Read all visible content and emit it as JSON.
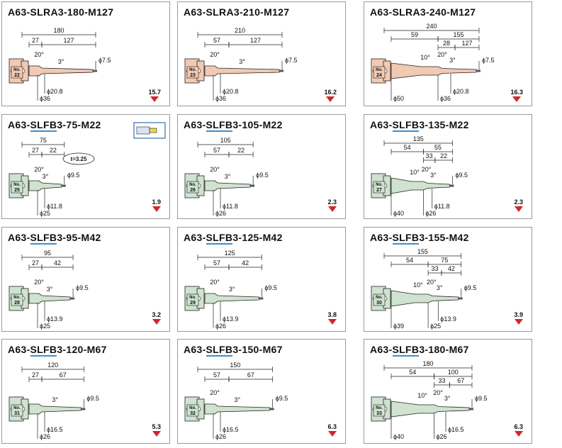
{
  "colors": {
    "pink": "#f2c9b3",
    "green": "#cfe3d0",
    "arrow": "#d3262b",
    "underline": "#3a8fd0"
  },
  "cells": [
    {
      "row": 0,
      "col": 0,
      "t1": "A63-SLRA3-180-M127",
      "ul": "",
      "t2": "",
      "no": "22",
      "type": "pink",
      "stages": 1,
      "d": {
        "total": "180",
        "a": "27",
        "b": "127",
        "c": "",
        "ang1": "20°",
        "ang2": "3°",
        "ang3": "",
        "tip": "ϕ7.5",
        "sh": "ϕ20.8",
        "base": "ϕ36",
        "base2": ""
      },
      "wt": "15.7",
      "badge": ""
    },
    {
      "row": 0,
      "col": 1,
      "t1": "A63-SLRA3-210-M127",
      "ul": "",
      "t2": "",
      "no": "23",
      "type": "pink",
      "stages": 1,
      "d": {
        "total": "210",
        "a": "57",
        "b": "127",
        "c": "",
        "ang1": "20°",
        "ang2": "3°",
        "ang3": "",
        "tip": "ϕ7.5",
        "sh": "ϕ20.8",
        "base": "ϕ36",
        "base2": ""
      },
      "wt": "16.2",
      "badge": ""
    },
    {
      "row": 0,
      "col": 2,
      "t1": "A63-SLRA3-240-M127",
      "ul": "",
      "t2": "",
      "no": "24",
      "type": "pink",
      "stages": 2,
      "d": {
        "total": "240",
        "a": "59",
        "b": "155",
        "c": "28",
        "d2": "127",
        "ang1": "10°",
        "ang2": "20°",
        "ang3": "3°",
        "tip": "ϕ7.5",
        "sh": "ϕ20.8",
        "base": "ϕ50",
        "base2": "ϕ36"
      },
      "wt": "16.3",
      "badge": ""
    },
    {
      "row": 1,
      "col": 0,
      "t1": "A63-",
      "ul": "SLFB",
      "t2": "3-75-M22",
      "no": "25",
      "type": "green",
      "stages": 1,
      "d": {
        "total": "75",
        "a": "27",
        "b": "22",
        "c": "",
        "ang1": "20°",
        "ang2": "3°",
        "ang3": "",
        "tip": "ϕ9.5",
        "sh": "ϕ11.8",
        "base": "ϕ25",
        "base2": ""
      },
      "wt": "1.9",
      "badge": "t=3.25"
    },
    {
      "row": 1,
      "col": 1,
      "t1": "A63-",
      "ul": "SLFB",
      "t2": "3-105-M22",
      "no": "26",
      "type": "green",
      "stages": 1,
      "d": {
        "total": "105",
        "a": "57",
        "b": "22",
        "c": "",
        "ang1": "20°",
        "ang2": "3°",
        "ang3": "",
        "tip": "ϕ9.5",
        "sh": "ϕ11.8",
        "base": "ϕ26",
        "base2": ""
      },
      "wt": "2.3",
      "badge": ""
    },
    {
      "row": 1,
      "col": 2,
      "t1": "A63-",
      "ul": "SLFB",
      "t2": "3-135-M22",
      "no": "27",
      "type": "green",
      "stages": 2,
      "d": {
        "total": "135",
        "a": "54",
        "b": "55",
        "c": "33",
        "d2": "22",
        "ang1": "10°",
        "ang2": "20°",
        "ang3": "3°",
        "tip": "ϕ9.5",
        "sh": "ϕ11.8",
        "base": "ϕ40",
        "base2": "ϕ26"
      },
      "wt": "2.3",
      "badge": ""
    },
    {
      "row": 2,
      "col": 0,
      "t1": "A63-",
      "ul": "SLFB",
      "t2": "3-95-M42",
      "no": "28",
      "type": "green",
      "stages": 1,
      "d": {
        "total": "95",
        "a": "27",
        "b": "42",
        "c": "",
        "ang1": "20°",
        "ang2": "3°",
        "ang3": "",
        "tip": "ϕ9.5",
        "sh": "ϕ13.9",
        "base": "ϕ25",
        "base2": ""
      },
      "wt": "3.2",
      "badge": ""
    },
    {
      "row": 2,
      "col": 1,
      "t1": "A63-",
      "ul": "SLFB",
      "t2": "3-125-M42",
      "no": "29",
      "type": "green",
      "stages": 1,
      "d": {
        "total": "125",
        "a": "57",
        "b": "42",
        "c": "",
        "ang1": "20°",
        "ang2": "3°",
        "ang3": "",
        "tip": "ϕ9.5",
        "sh": "ϕ13.9",
        "base": "ϕ26",
        "base2": ""
      },
      "wt": "3.8",
      "badge": ""
    },
    {
      "row": 2,
      "col": 2,
      "t1": "A63-",
      "ul": "SLFB",
      "t2": "3-155-M42",
      "no": "30",
      "type": "green",
      "stages": 2,
      "d": {
        "total": "155",
        "a": "54",
        "b": "75",
        "c": "33",
        "d2": "42",
        "ang1": "10°",
        "ang2": "20°",
        "ang3": "3°",
        "tip": "ϕ9.5",
        "sh": "ϕ13.9",
        "base": "ϕ39",
        "base2": "ϕ25"
      },
      "wt": "3.9",
      "badge": ""
    },
    {
      "row": 3,
      "col": 0,
      "t1": "A63-",
      "ul": "SLFB",
      "t2": "3-120-M67",
      "no": "31",
      "type": "green",
      "stages": 1,
      "d": {
        "total": "120",
        "a": "27",
        "b": "67",
        "c": "",
        "ang1": "",
        "ang2": "3°",
        "ang3": "",
        "tip": "ϕ9.5",
        "sh": "ϕ16.5",
        "base": "ϕ26",
        "base2": ""
      },
      "wt": "5.3",
      "badge": ""
    },
    {
      "row": 3,
      "col": 1,
      "t1": "A63-",
      "ul": "SLFB",
      "t2": "3-150-M67",
      "no": "32",
      "type": "green",
      "stages": 1,
      "d": {
        "total": "150",
        "a": "57",
        "b": "67",
        "c": "",
        "ang1": "20°",
        "ang2": "3°",
        "ang3": "",
        "tip": "ϕ9.5",
        "sh": "ϕ16.5",
        "base": "ϕ26",
        "base2": ""
      },
      "wt": "6.3",
      "badge": ""
    },
    {
      "row": 3,
      "col": 2,
      "t1": "A63-",
      "ul": "SLFB",
      "t2": "3-180-M67",
      "no": "33",
      "type": "green",
      "stages": 2,
      "d": {
        "total": "180",
        "a": "54",
        "b": "100",
        "c": "33",
        "d2": "67",
        "ang1": "10°",
        "ang2": "20°",
        "ang3": "3°",
        "tip": "ϕ9.5",
        "sh": "ϕ16.5",
        "base": "ϕ40",
        "base2": "ϕ26"
      },
      "wt": "6.3",
      "badge": ""
    }
  ],
  "no_label": "No."
}
